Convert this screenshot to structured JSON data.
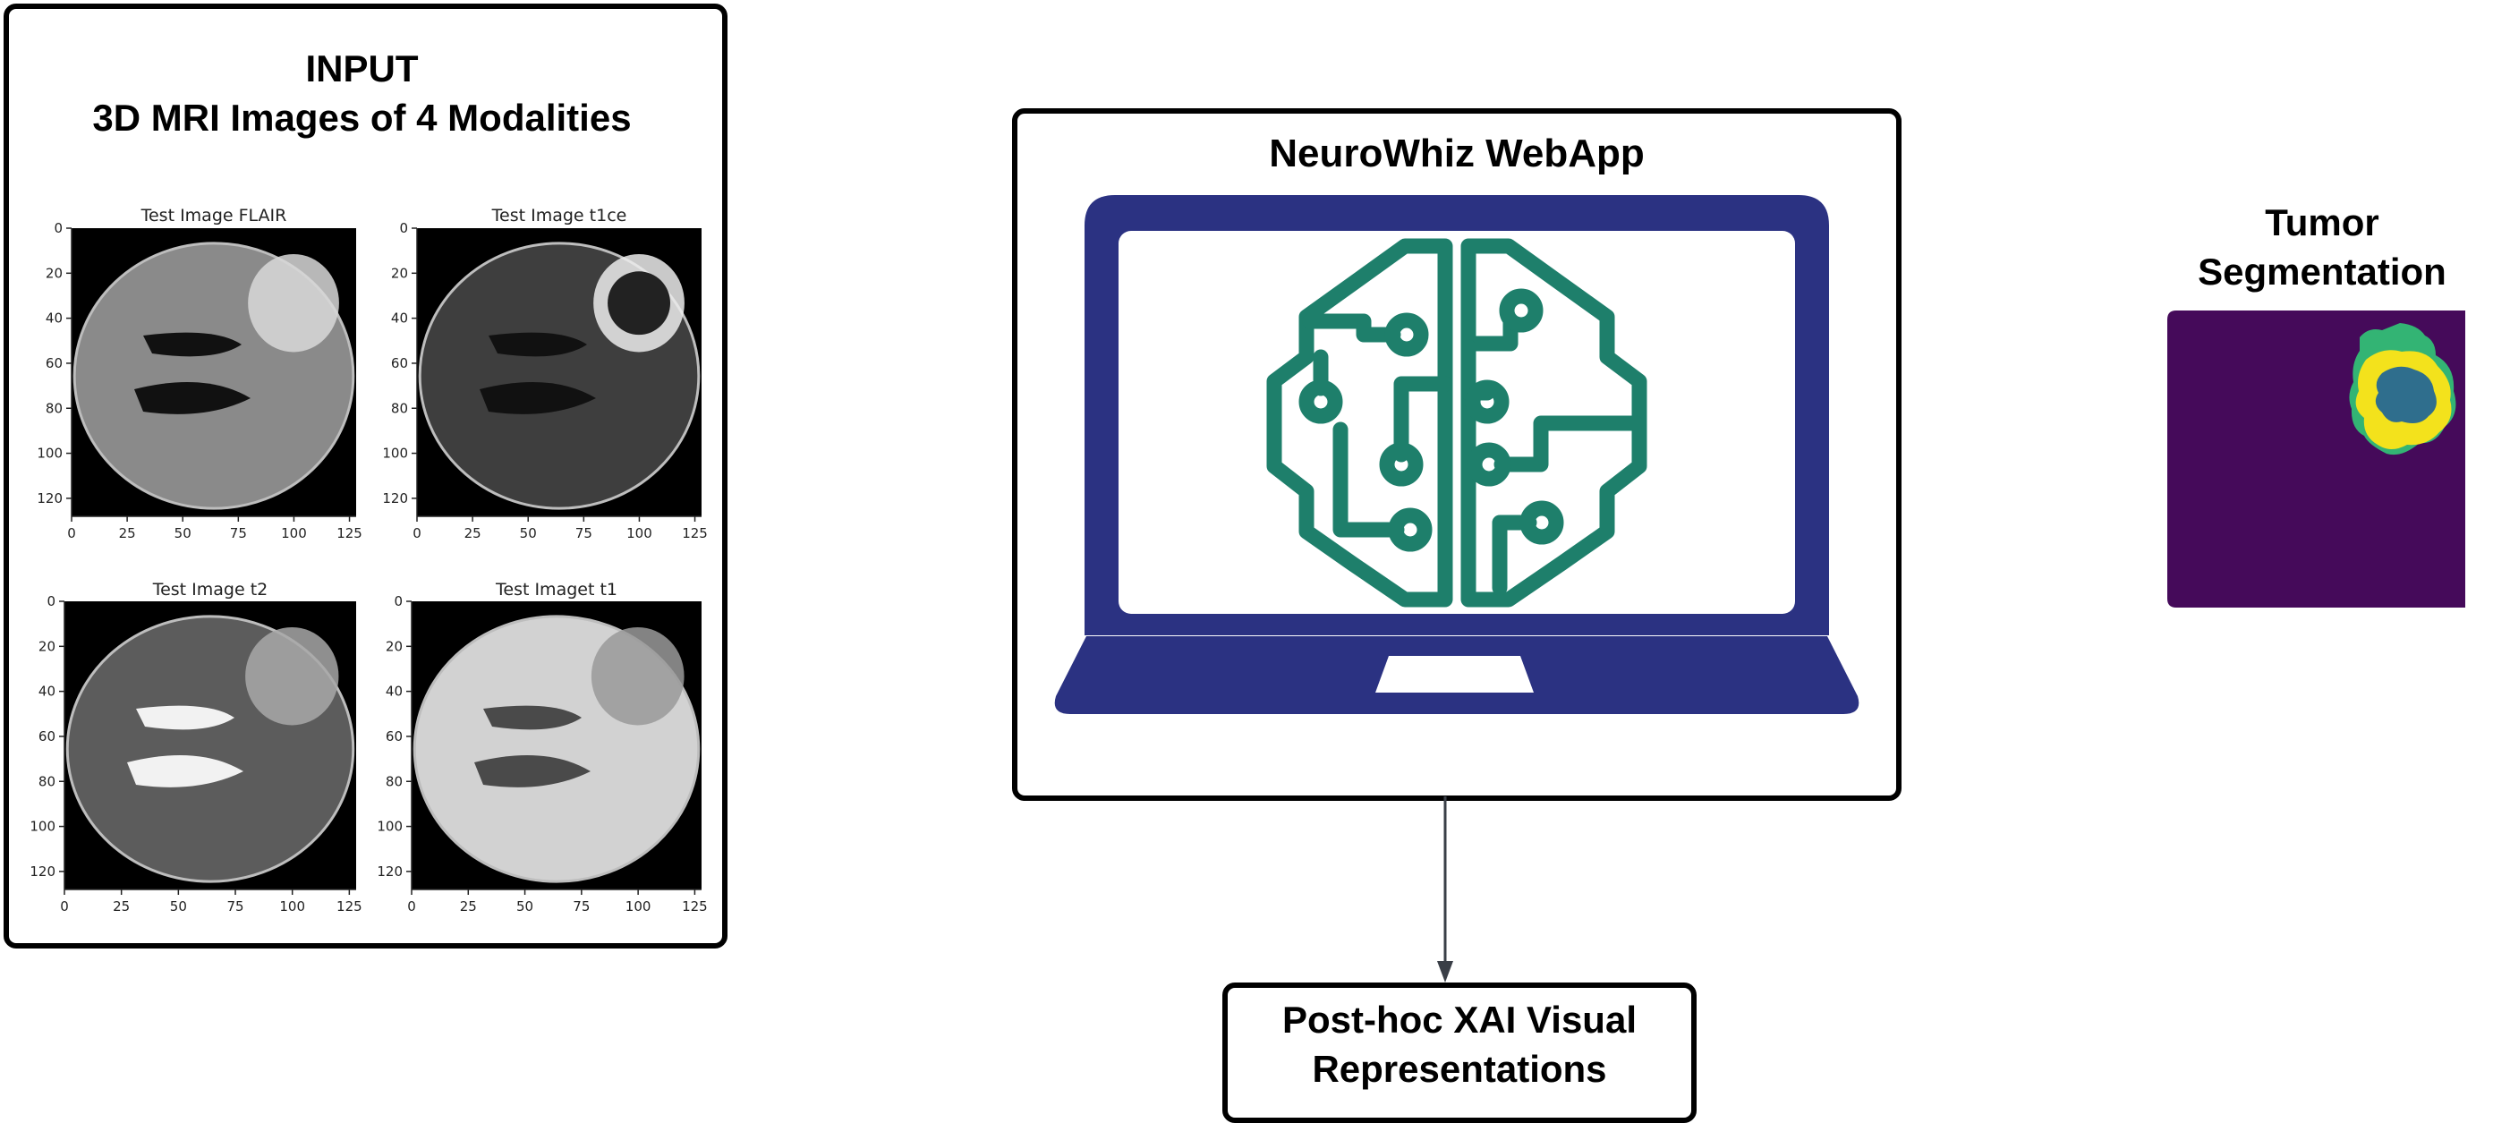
{
  "input": {
    "title_line1": "INPUT",
    "title_line2": "3D MRI Images of 4 Modalities",
    "panels": [
      {
        "label": "Test Image FLAIR"
      },
      {
        "label": "Test Image t1ce"
      },
      {
        "label": "Test Image t2"
      },
      {
        "label": "Test Imaget t1"
      }
    ],
    "x_ticks": [
      "0",
      "25",
      "50",
      "75",
      "100",
      "125"
    ],
    "y_ticks": [
      "0",
      "20",
      "40",
      "60",
      "80",
      "100",
      "120"
    ]
  },
  "webapp": {
    "title": "NeuroWhiz WebApp",
    "laptop_color": "#2b3282",
    "brain_icon_color": "#1e7f6b"
  },
  "output": {
    "xai_line1": "Post-hoc XAI Visual",
    "xai_line2": "Representations"
  },
  "segmentation": {
    "title_line1": "Tumor",
    "title_line2": "Segmentation",
    "background_color": "#450a5a",
    "class_colors": [
      "#f3e21c",
      "#2f6e8d",
      "#33b474"
    ]
  }
}
